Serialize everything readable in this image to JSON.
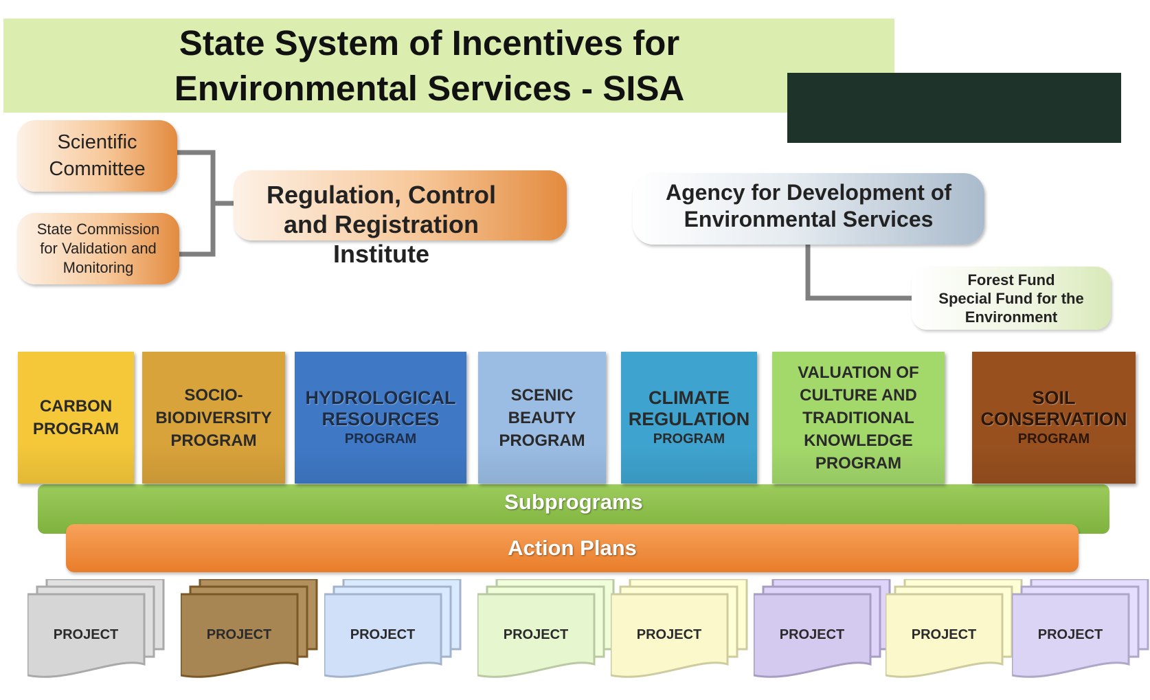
{
  "title": {
    "line1": "State System of Incentives for",
    "line2": "Environmental Services - SISA"
  },
  "governance": {
    "scientific_committee": [
      "Scientific",
      "Committee"
    ],
    "state_commission": [
      "State Commission",
      "for Validation and",
      "Monitoring"
    ],
    "regulation_institute": [
      "Regulation, Control",
      "and Registration",
      "Institute"
    ],
    "agency": [
      "Agency for Development of",
      "Environmental Services"
    ],
    "funds": [
      "Forest Fund",
      "Special Fund for the",
      "Environment"
    ]
  },
  "programs": [
    {
      "lines": [
        "CARBON",
        "PROGRAM"
      ],
      "small": [],
      "color": "#f5c83a"
    },
    {
      "lines": [
        "SOCIO-",
        "BIODIVERSITY",
        "PROGRAM"
      ],
      "small": [],
      "color": "#d9a33b"
    },
    {
      "lines": [
        "HYDROLOGICAL",
        "RESOURCES"
      ],
      "small": [
        "PROGRAM"
      ],
      "color": "#3f79c6"
    },
    {
      "lines": [
        "SCENIC",
        "BEAUTY",
        "PROGRAM"
      ],
      "small": [],
      "color": "#9bbde4"
    },
    {
      "lines": [
        "CLIMATE",
        "REGULATION"
      ],
      "small": [
        "PROGRAM"
      ],
      "color": "#3ea4cf"
    },
    {
      "lines": [
        "VALUATION OF",
        "CULTURE AND",
        "TRADITIONAL",
        "KNOWLEDGE",
        "PROGRAM"
      ],
      "small": [],
      "color": "#a3d96b"
    },
    {
      "lines": [
        "SOIL",
        "CONSERVATION"
      ],
      "small": [
        "PROGRAM"
      ],
      "color": "#98501f"
    }
  ],
  "subprograms_label": "Subprograms",
  "action_plans_label": "Action Plans",
  "projects": [
    {
      "label": "PROJECT",
      "color": "#d6d6d6"
    },
    {
      "label": "PROJECT",
      "color": "#a88653"
    },
    {
      "label": "PROJECT",
      "color": "#cfe0f8"
    },
    {
      "label": "PROJECT",
      "color": "#e6f6cf"
    },
    {
      "label": "PROJECT",
      "color": "#fbf9cc"
    },
    {
      "label": "PROJECT",
      "color": "#d4caef"
    },
    {
      "label": "PROJECT",
      "color": "#fbf9cc"
    },
    {
      "label": "PROJECT",
      "color": "#dcd4f5"
    }
  ]
}
